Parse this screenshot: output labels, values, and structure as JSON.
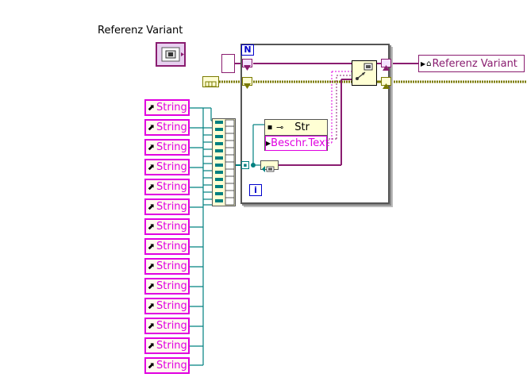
{
  "control": {
    "label": "Referenz Variant"
  },
  "loop": {
    "count_terminal": "N",
    "iteration_terminal": "i"
  },
  "property_node": {
    "class_label": "Str",
    "property": "Beschr.Text"
  },
  "indicator": {
    "label": "Referenz Variant"
  },
  "string_refs": {
    "items": [
      "String",
      "String",
      "String",
      "String",
      "String",
      "String",
      "String",
      "String",
      "String",
      "String",
      "String",
      "String",
      "String",
      "String"
    ]
  },
  "colors": {
    "refnum": "#e000e0",
    "variant": "#8a1d70",
    "cluster_wire": "#7a7a00",
    "string_wire": "#008080"
  }
}
